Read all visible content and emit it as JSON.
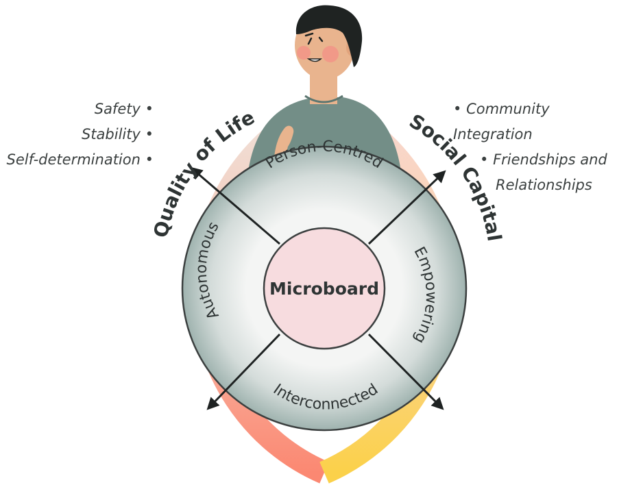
{
  "center": {
    "label": "Microboard"
  },
  "inner_ring": {
    "top": "Person-Centred",
    "right": "Empowering",
    "bottom": "Interconnected",
    "left": "Autonomous"
  },
  "outer_ring": {
    "left_title": "Quality of Life",
    "right_title": "Social Capital"
  },
  "quality_of_life_items": [
    "Safety",
    "Stability",
    "Self-determination"
  ],
  "social_capital_items": [
    "Community Integration",
    "Friendships and",
    "Relationships"
  ],
  "bullet": "•",
  "colors": {
    "center_fill": "#f7dcdf",
    "ring_teal": "#a9bdb9",
    "ring_outline": "#3b3f3f",
    "person_shirt": "#738e87",
    "skin": "#e9b48e",
    "hair": "#1f2322",
    "gradient_left_top": "#efe0d8",
    "gradient_left_bottom": "#fb8a73",
    "gradient_right_top": "#f7d8d4",
    "gradient_right_bottom": "#fbd24d"
  }
}
